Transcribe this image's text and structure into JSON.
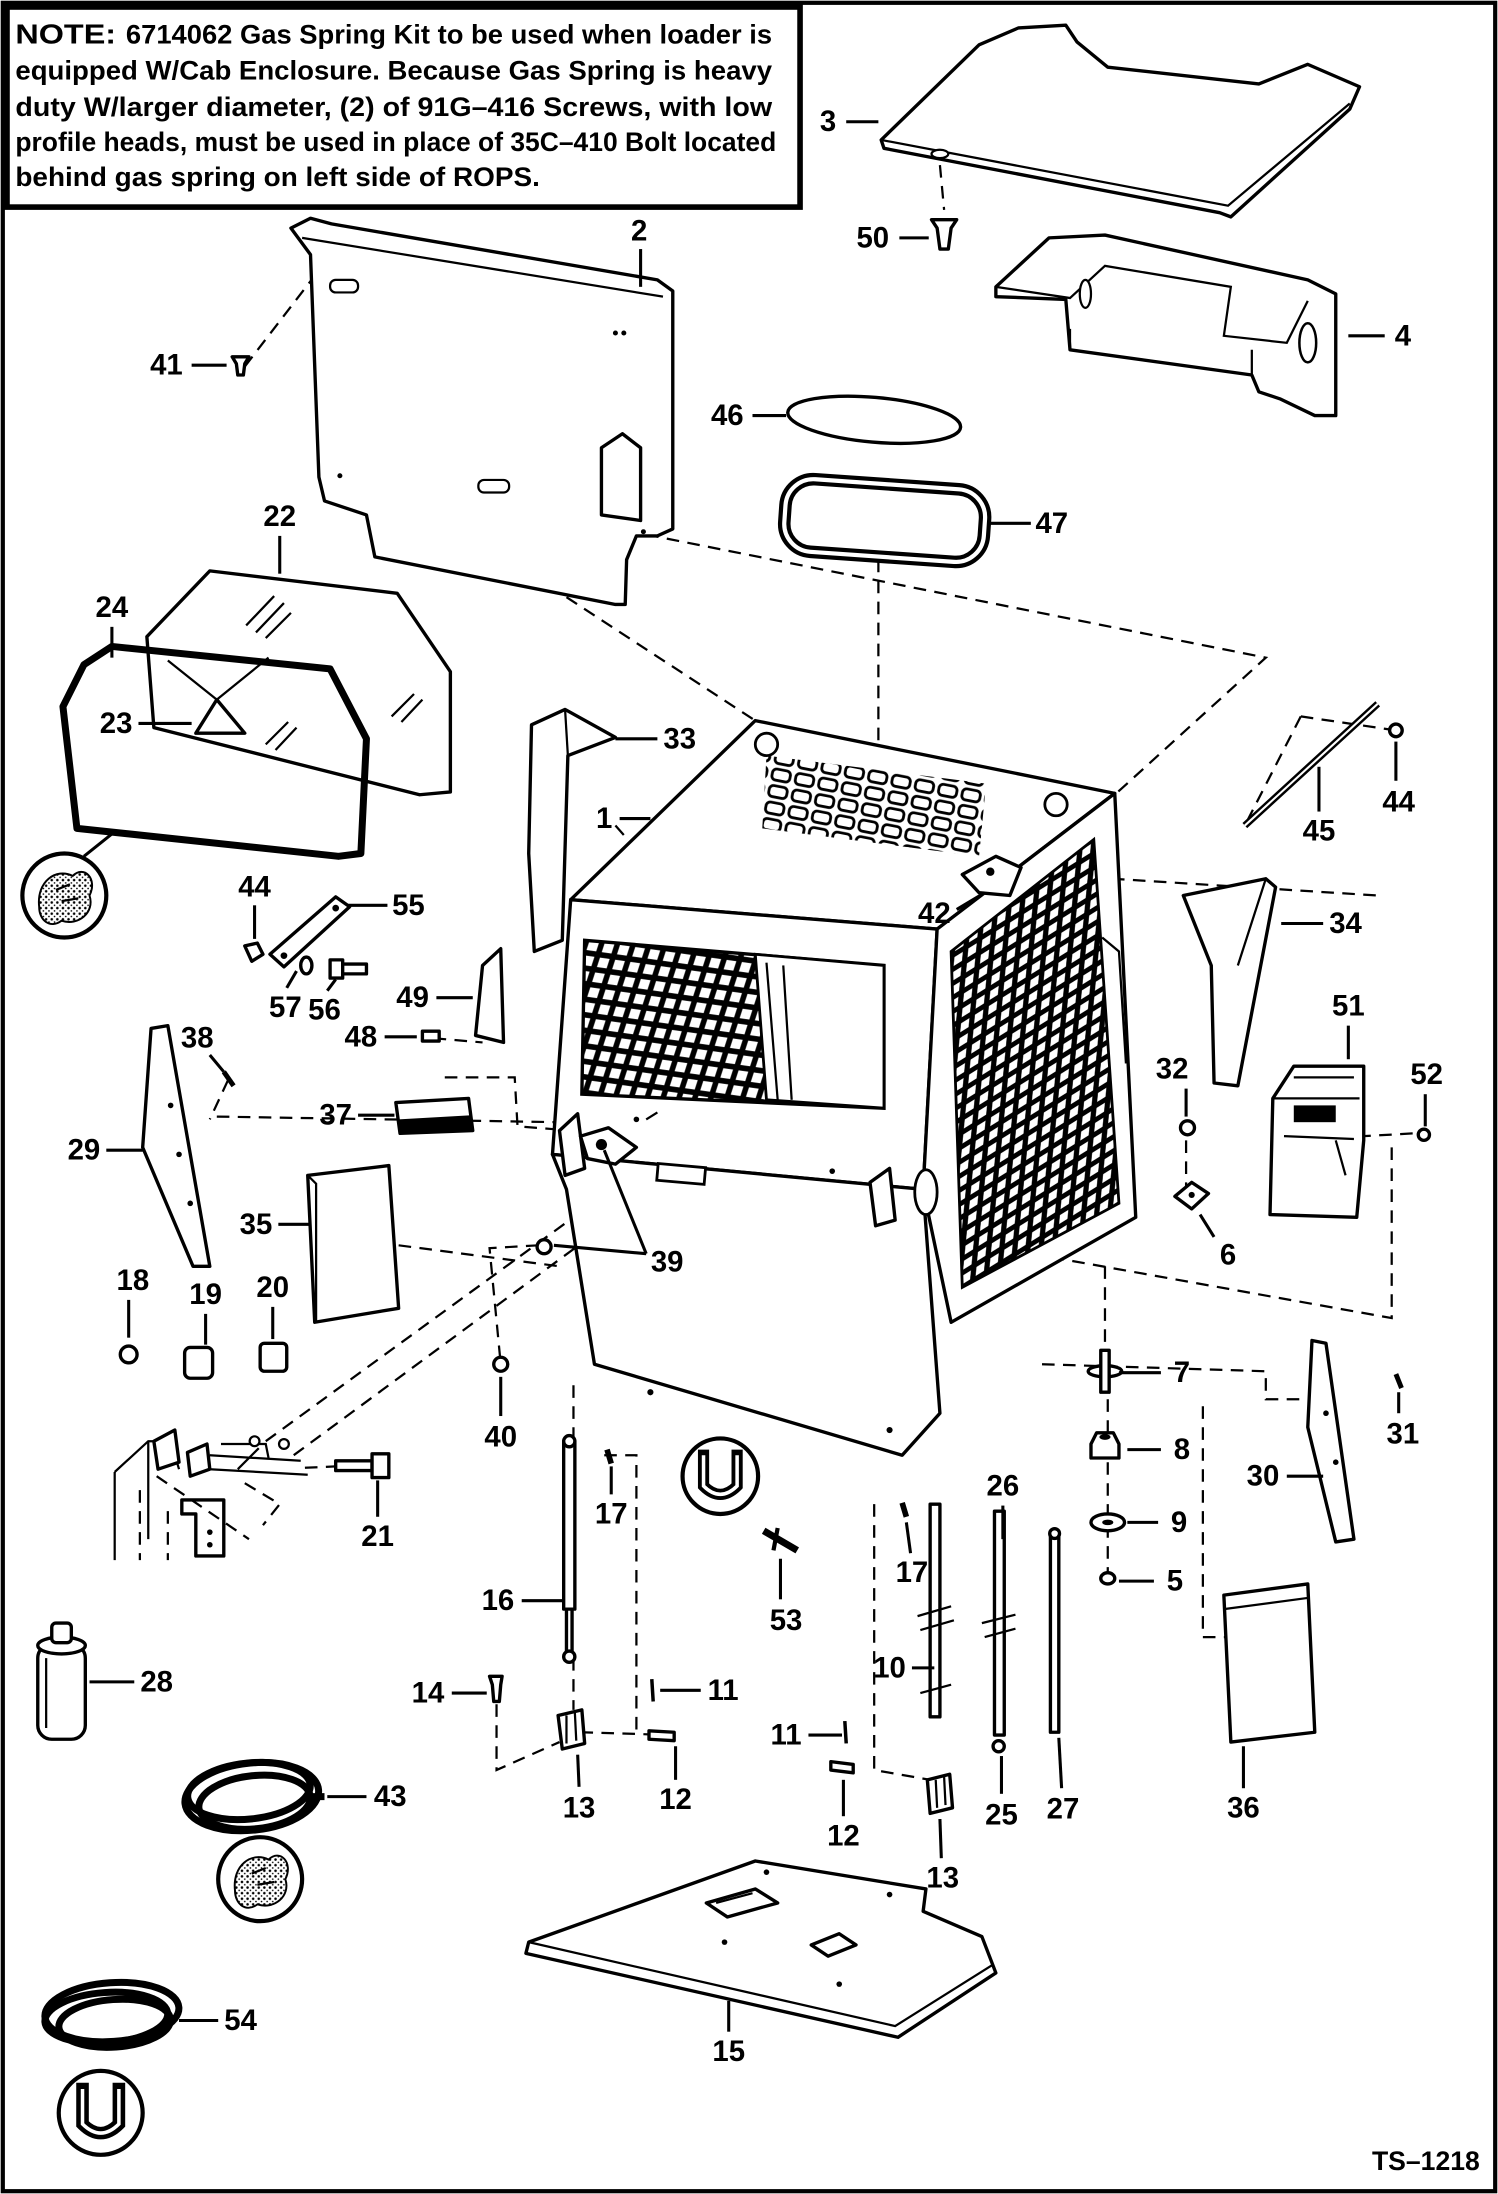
{
  "note": {
    "label": "NOTE:",
    "lines": [
      "6714062 Gas Spring Kit to be used when loader is",
      "equipped W/Cab Enclosure.  Because Gas Spring is heavy",
      "duty W/larger diameter, (2) of 91G–416 Screws, with low",
      "profile heads, must be used in place of 35C–410 Bolt located",
      "behind gas spring on left side of ROPS."
    ]
  },
  "callouts": [
    "2",
    "3",
    "50",
    "4",
    "41",
    "46",
    "47",
    "22",
    "24",
    "23",
    "33",
    "1",
    "44",
    "45",
    "42",
    "34",
    "44",
    "55",
    "57",
    "56",
    "49",
    "48",
    "38",
    "51",
    "52",
    "32",
    "37",
    "29",
    "6",
    "35",
    "39",
    "18",
    "19",
    "20",
    "7",
    "40",
    "31",
    "8",
    "30",
    "17",
    "21",
    "26",
    "9",
    "17",
    "5",
    "16",
    "53",
    "28",
    "10",
    "14",
    "11",
    "11",
    "12",
    "13",
    "43",
    "25",
    "27",
    "36",
    "12",
    "13",
    "54",
    "15"
  ],
  "drawing_number": "TS–1218",
  "icons": [
    "hand-applicator-icon",
    "u-symbol-icon"
  ]
}
